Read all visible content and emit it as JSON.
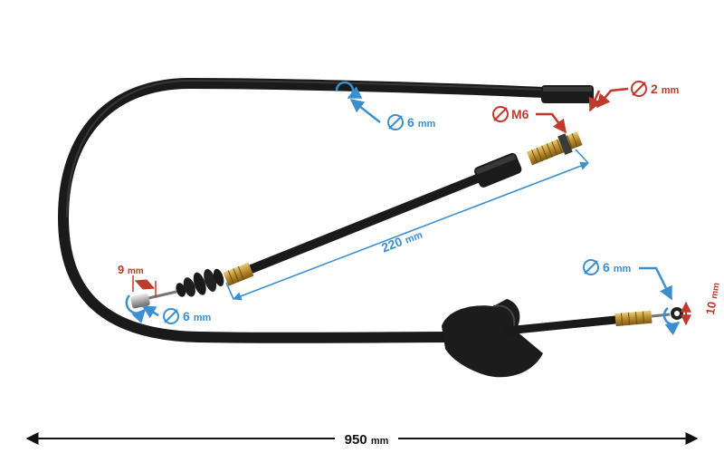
{
  "labels": {
    "dim_total": {
      "value": "950",
      "unit": "mm"
    },
    "dim_travel": {
      "value": "220",
      "unit": "mm"
    },
    "dia_outer_sheath": {
      "value": "6",
      "unit": "mm"
    },
    "dia_inner_wire": {
      "value": "2",
      "unit": "mm"
    },
    "thread": {
      "value": "M6"
    },
    "end_left_length": {
      "value": "9",
      "unit": "mm"
    },
    "end_left_diameter": {
      "value": "6",
      "unit": "mm"
    },
    "end_right_diameter": {
      "value": "6",
      "unit": "mm"
    },
    "end_right_length": {
      "value": "10",
      "unit": "mm"
    }
  },
  "colors": {
    "dimension_blue": "#3a8fd0",
    "dimension_red": "#c0392b",
    "cable": "#1a1a1a",
    "brass": "#c9a24a"
  },
  "icons": [
    "diameter-icon",
    "rotate-arrow-icon",
    "arrow-icon"
  ]
}
